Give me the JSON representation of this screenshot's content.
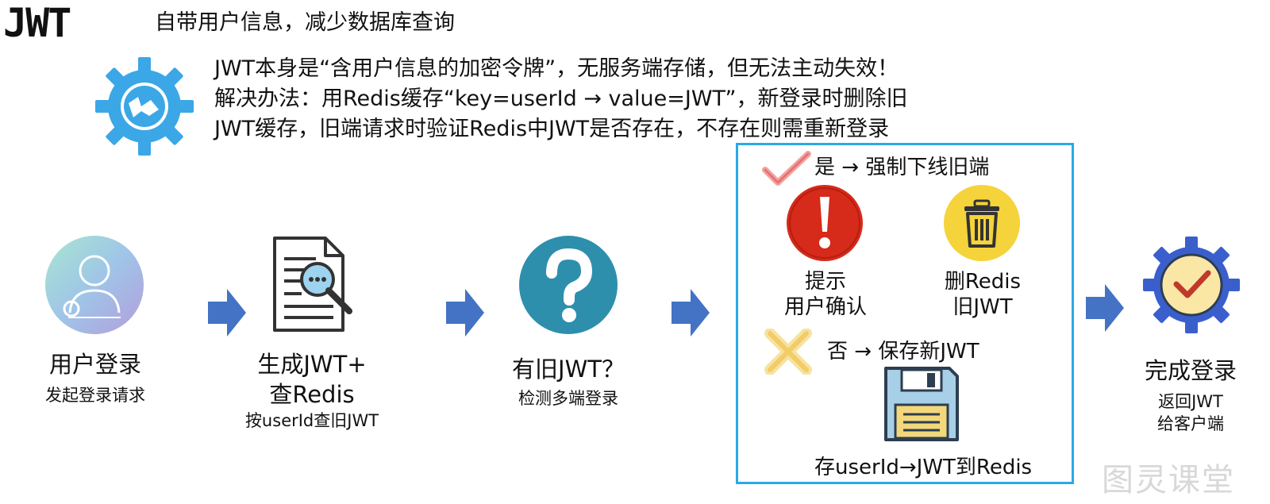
{
  "header": {
    "title": "JWT",
    "subtitle": "自带用户信息，减少数据库查询"
  },
  "note": {
    "lines": [
      "JWT本身是“含用户信息的加密令牌”，无服务端存储，但无法主动失效！",
      "解决办法：用Redis缓存“key=userId → value=JWT”，新登录时删除旧",
      "JWT缓存，旧端请求时验证Redis中JWT是否存在，不存在则需重新登录"
    ]
  },
  "steps": [
    {
      "title": "用户登录",
      "desc": "发起登录请求",
      "icon": "user-avatar-icon"
    },
    {
      "title_line1": "生成JWT+",
      "title_line2": "查Redis",
      "desc": "按userId查旧JWT",
      "icon": "document-search-icon"
    },
    {
      "title": "有旧JWT？",
      "desc": "检测多端登录",
      "icon": "question-icon"
    },
    {
      "title": "完成登录",
      "desc_line1": "返回JWT",
      "desc_line2": "给客户端",
      "icon": "gear-check-icon"
    }
  ],
  "decision": {
    "yes_label": "是 → 强制下线旧端",
    "yes_items": [
      {
        "line1": "提示",
        "line2": "用户确认",
        "icon": "exclamation-icon"
      },
      {
        "line1": "删Redis",
        "line2": "旧JWT",
        "icon": "trash-icon"
      }
    ],
    "no_label": "否 → 保存新JWT",
    "no_item": {
      "label": "存userId→JWT到Redis",
      "icon": "floppy-disk-icon"
    }
  },
  "watermark": "图灵课堂",
  "colors": {
    "accent_blue": "#2aa9e6",
    "arrow_blue": "#4472c4",
    "question_teal": "#2e8fad",
    "alert_red": "#d62a1a",
    "trash_yellow": "#f5d33a",
    "gear_blue": "#3a5fcd"
  }
}
